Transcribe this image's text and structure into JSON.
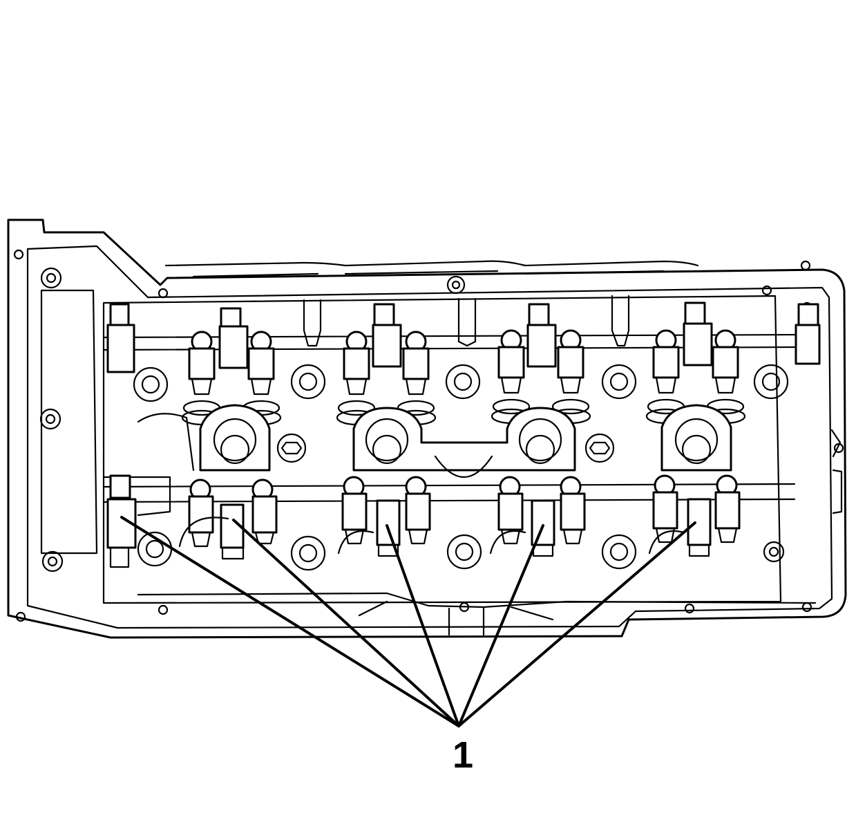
{
  "callout": {
    "label": "1",
    "targets": [
      "pivot-block-1",
      "pivot-block-2",
      "pivot-block-3",
      "pivot-block-4",
      "pivot-block-5"
    ]
  },
  "colors": {
    "line": "#000000",
    "background": "#ffffff"
  }
}
